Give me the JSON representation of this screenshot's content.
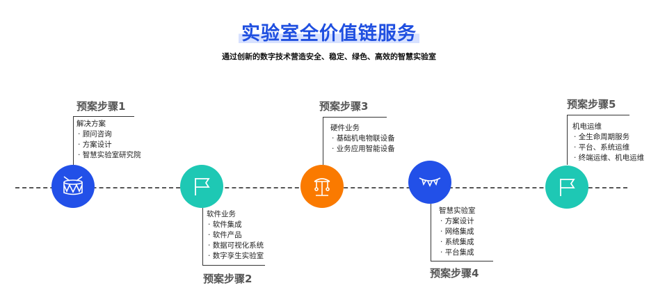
{
  "header": {
    "title": "实验室全价值链服务",
    "subtitle": "通过创新的数字技术营造安全、稳定、绿色、高效的智慧实验室"
  },
  "steps": [
    {
      "title": "预案步骤1",
      "heading": "解决方案",
      "items": [
        "顾问咨询",
        "方案设计",
        "智慧实验室研究院"
      ],
      "color": "#2250e8",
      "icon": "drum-icon"
    },
    {
      "title": "预案步骤2",
      "heading": "软件业务",
      "items": [
        "软件集成",
        "软件产品",
        "数据可视化系统",
        "数字孪生实验室"
      ],
      "color": "#1ec8b4",
      "icon": "flag-icon"
    },
    {
      "title": "预案步骤3",
      "heading": "硬件业务",
      "items": [
        "基础机电物联设备",
        "业务应用智能设备"
      ],
      "color": "#fa7a00",
      "icon": "carousel-icon"
    },
    {
      "title": "预案步骤4",
      "heading": "智慧实验室",
      "items": [
        "方案设计",
        "网络集成",
        "系统集成",
        "平台集成"
      ],
      "color": "#2250e8",
      "icon": "bunting-icon"
    },
    {
      "title": "预案步骤5",
      "heading": "机电运维",
      "items": [
        "全生命周期服务",
        "平台、系统运维",
        "终端运维、机电运维"
      ],
      "color": "#1ec8b4",
      "icon": "flag-icon"
    }
  ]
}
